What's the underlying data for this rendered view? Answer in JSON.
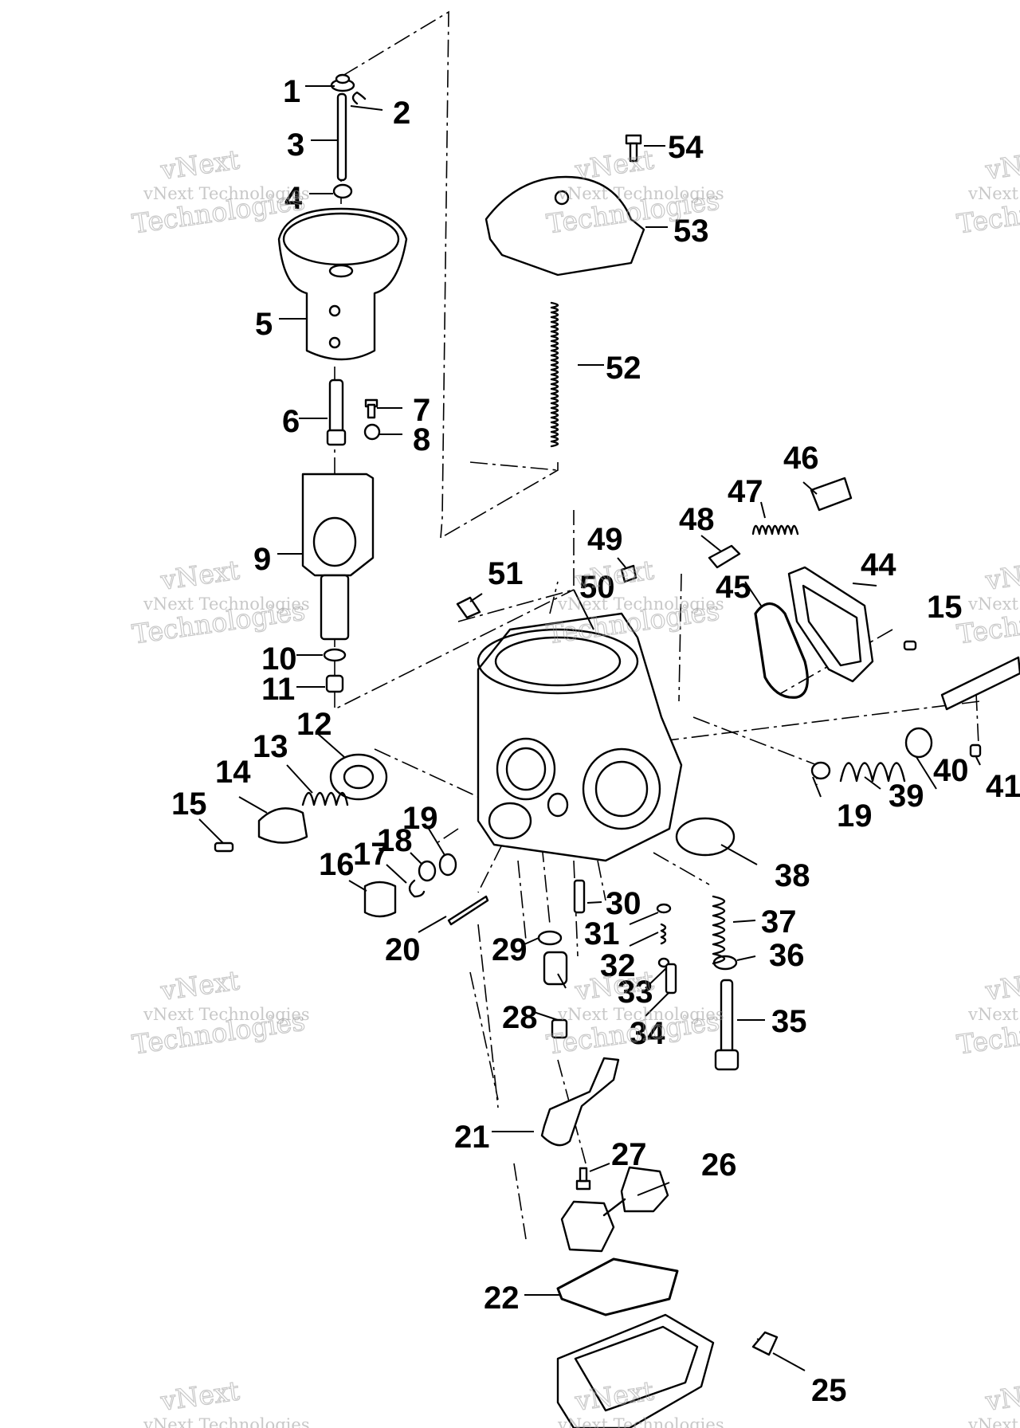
{
  "callouts": [
    {
      "id": "1",
      "text": "1"
    },
    {
      "id": "2",
      "text": "2"
    },
    {
      "id": "3",
      "text": "3"
    },
    {
      "id": "4",
      "text": "4"
    },
    {
      "id": "5",
      "text": "5"
    },
    {
      "id": "6",
      "text": "6"
    },
    {
      "id": "7",
      "text": "7"
    },
    {
      "id": "8",
      "text": "8"
    },
    {
      "id": "9",
      "text": "9"
    },
    {
      "id": "10",
      "text": "10"
    },
    {
      "id": "11",
      "text": "11"
    },
    {
      "id": "12",
      "text": "12"
    },
    {
      "id": "13",
      "text": "13"
    },
    {
      "id": "14",
      "text": "14"
    },
    {
      "id": "15a",
      "text": "15"
    },
    {
      "id": "15b",
      "text": "15"
    },
    {
      "id": "16",
      "text": "16"
    },
    {
      "id": "17",
      "text": "17"
    },
    {
      "id": "18",
      "text": "18"
    },
    {
      "id": "19a",
      "text": "19"
    },
    {
      "id": "19b",
      "text": "19"
    },
    {
      "id": "20",
      "text": "20"
    },
    {
      "id": "21",
      "text": "21"
    },
    {
      "id": "22",
      "text": "22"
    },
    {
      "id": "25",
      "text": "25"
    },
    {
      "id": "26",
      "text": "26"
    },
    {
      "id": "27",
      "text": "27"
    },
    {
      "id": "28",
      "text": "28"
    },
    {
      "id": "29",
      "text": "29"
    },
    {
      "id": "30",
      "text": "30"
    },
    {
      "id": "31",
      "text": "31"
    },
    {
      "id": "32",
      "text": "32"
    },
    {
      "id": "33",
      "text": "33"
    },
    {
      "id": "34",
      "text": "34"
    },
    {
      "id": "35",
      "text": "35"
    },
    {
      "id": "36",
      "text": "36"
    },
    {
      "id": "37",
      "text": "37"
    },
    {
      "id": "38",
      "text": "38"
    },
    {
      "id": "39",
      "text": "39"
    },
    {
      "id": "40",
      "text": "40"
    },
    {
      "id": "41",
      "text": "41"
    },
    {
      "id": "44",
      "text": "44"
    },
    {
      "id": "45",
      "text": "45"
    },
    {
      "id": "46",
      "text": "46"
    },
    {
      "id": "47",
      "text": "47"
    },
    {
      "id": "48",
      "text": "48"
    },
    {
      "id": "49",
      "text": "49"
    },
    {
      "id": "50",
      "text": "50"
    },
    {
      "id": "51",
      "text": "51"
    },
    {
      "id": "52",
      "text": "52"
    },
    {
      "id": "53",
      "text": "53"
    },
    {
      "id": "54",
      "text": "54"
    }
  ],
  "watermark": {
    "line1": "vNext",
    "line2": "vNext Technologies",
    "line3": "Technologies"
  }
}
